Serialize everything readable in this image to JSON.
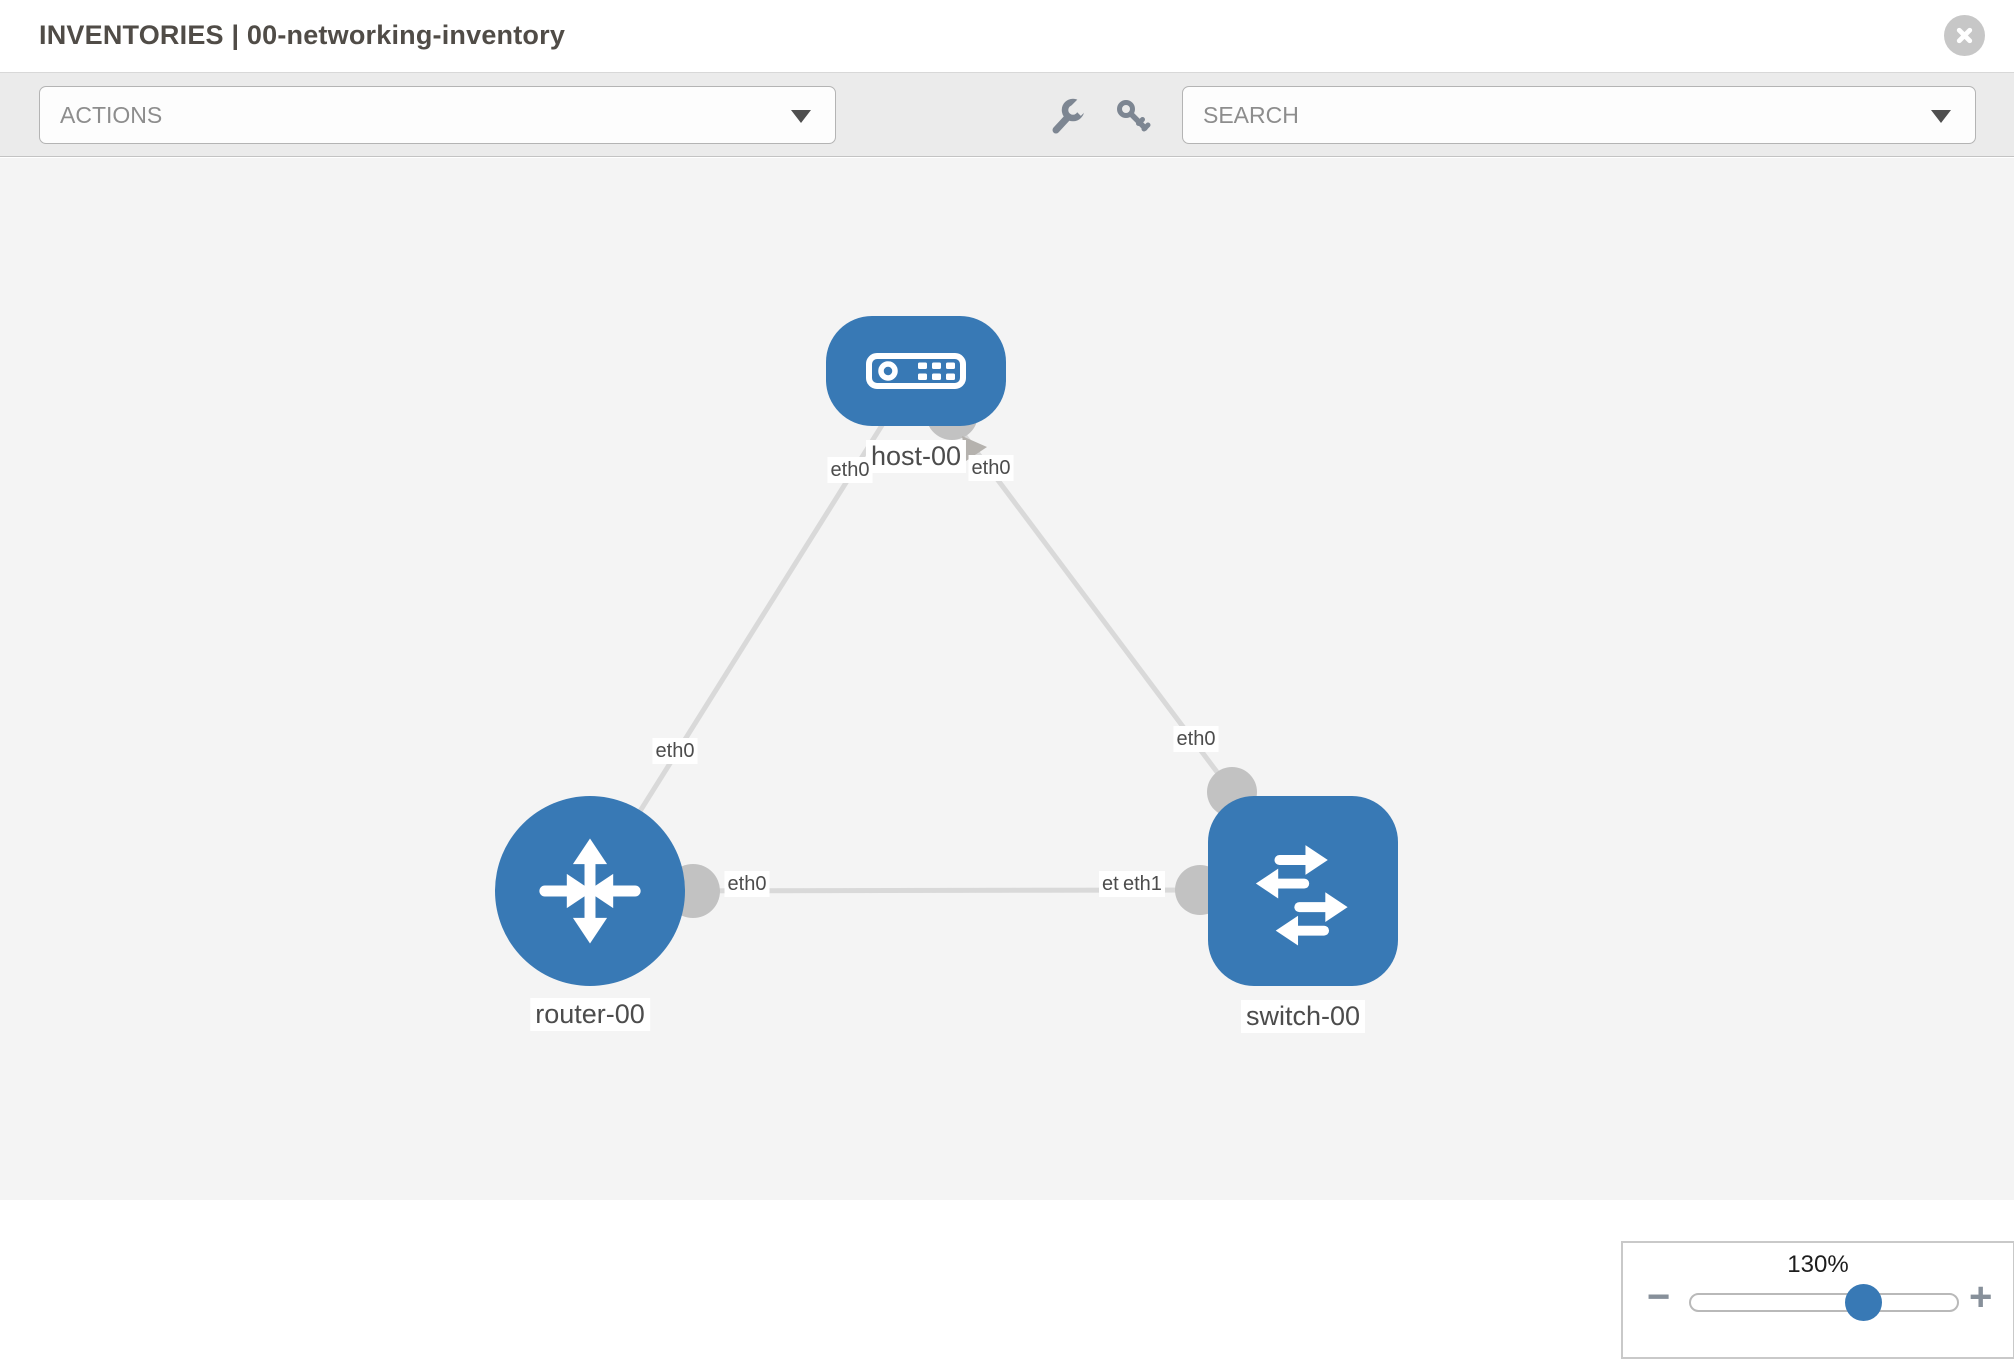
{
  "header": {
    "title": "INVENTORIES | 00-networking-inventory"
  },
  "toolbar": {
    "actions_label": "ACTIONS",
    "search_placeholder": "SEARCH"
  },
  "topology": {
    "nodes": [
      {
        "id": "host-00",
        "label": "host-00",
        "type": "host",
        "icon": "server-icon"
      },
      {
        "id": "router-00",
        "label": "router-00",
        "type": "router",
        "icon": "router-arrows-icon"
      },
      {
        "id": "switch-00",
        "label": "switch-00",
        "type": "switch",
        "icon": "switch-arrows-icon"
      }
    ],
    "links": [
      {
        "from": "host-00",
        "to": "router-00",
        "from_interface": "eth0",
        "to_interface": "eth0"
      },
      {
        "from": "host-00",
        "to": "switch-00",
        "from_interface": "eth0",
        "to_interface": "eth0"
      },
      {
        "from": "router-00",
        "to": "switch-00",
        "from_interface": "eth0",
        "to_interface": "eth1",
        "overlapped_interface": "eth0"
      }
    ]
  },
  "zoom_control": {
    "value_label": "130%",
    "percent": 130,
    "minus_label": "−",
    "plus_label": "+"
  },
  "icons": {
    "close": "x-circle-icon",
    "wrench": "wrench-icon",
    "key": "key-icon",
    "dropdown_caret": "chevron-down-icon",
    "host": "server-icon",
    "router": "router-arrows-icon",
    "switch": "switch-arrows-icon"
  },
  "colors": {
    "node_blue": "#3879b5",
    "link_gray": "#d9d9d9",
    "connector_gray": "#c2c2c2",
    "canvas_bg": "#f4f4f4",
    "toolbar_bg": "#ebebeb",
    "title_text": "#504c47",
    "label_text": "#4c4c4c"
  }
}
